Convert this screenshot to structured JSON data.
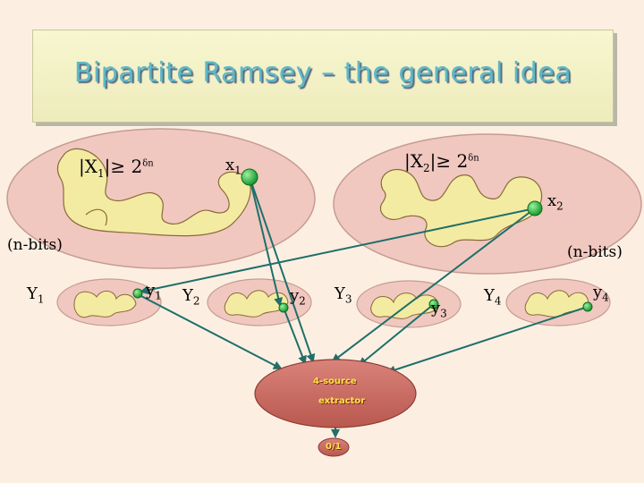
{
  "title": "Bipartite Ramsey – the general idea",
  "sources_top": [
    {
      "set": "X",
      "sub": "1",
      "bound": "≥ 2",
      "exp": "δn",
      "point": "x",
      "point_sub": "1"
    },
    {
      "set": "X",
      "sub": "2",
      "bound": "≥ 2",
      "exp": "δn",
      "point": "x",
      "point_sub": "2"
    }
  ],
  "bits_label": "(n-bits)",
  "sources_bottom": [
    {
      "set": "Y",
      "sub": "1",
      "point": "y",
      "point_sub": "1"
    },
    {
      "set": "Y",
      "sub": "2",
      "point": "y",
      "point_sub": "2"
    },
    {
      "set": "Y",
      "sub": "3",
      "point": "y",
      "point_sub": "3"
    },
    {
      "set": "Y",
      "sub": "4",
      "point": "y",
      "point_sub": "4"
    }
  ],
  "extractor": {
    "line1": "4-source",
    "line2": "extractor",
    "output": "0/1"
  },
  "colors": {
    "ellipse_fill": "#f0c8c0",
    "blob_fill": "#f3eba2",
    "point_green": "#33b84a",
    "arrow_teal": "#1f6f6a",
    "extractor_fill": "#c9706a",
    "title_text": "#5eb8c8"
  }
}
